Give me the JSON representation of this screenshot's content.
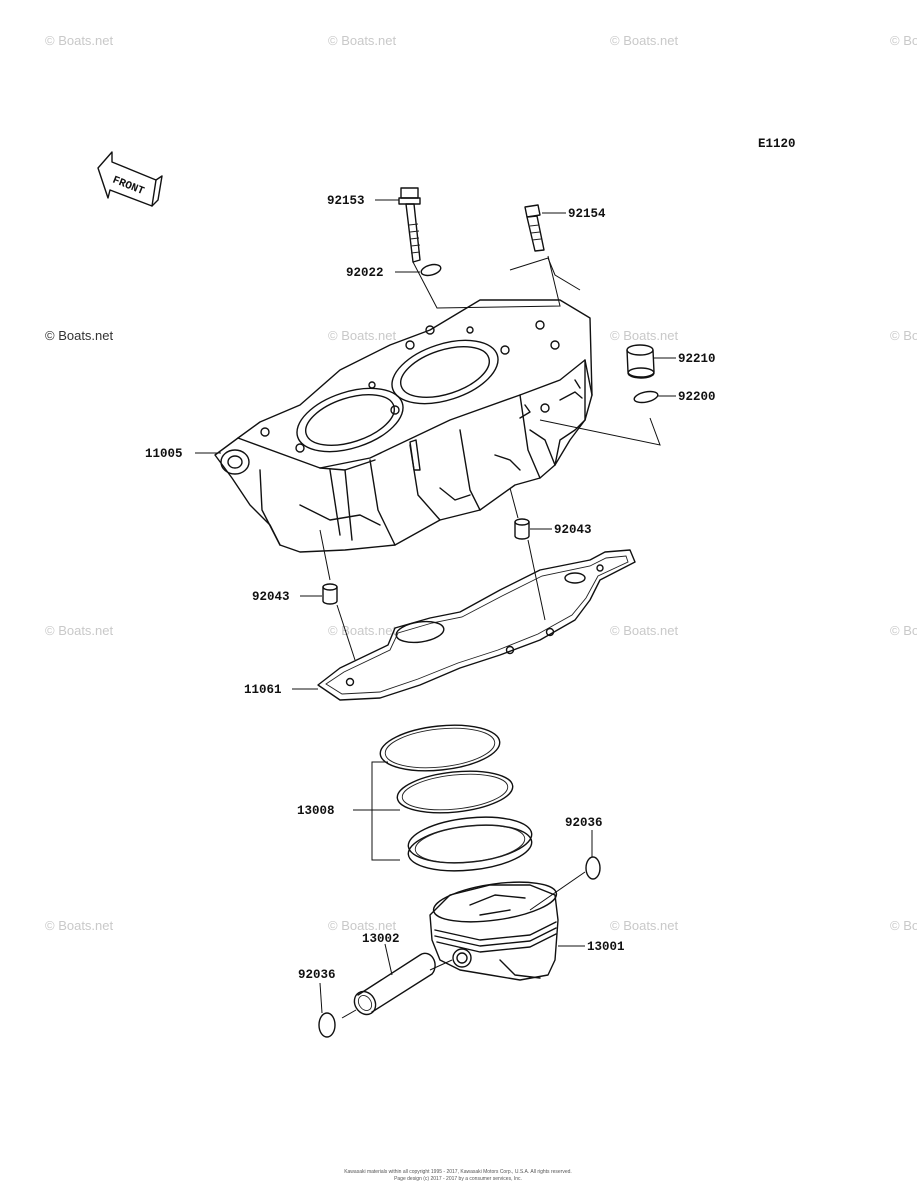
{
  "diagram_code": "E1120",
  "front_arrow_text": "FRONT",
  "watermark": "© Boats.net",
  "parts": {
    "p92153": "92153",
    "p92154": "92154",
    "p92022": "92022",
    "p92210": "92210",
    "p92200": "92200",
    "p11005": "11005",
    "p92043a": "92043",
    "p92043b": "92043",
    "p11061": "11061",
    "p13008": "13008",
    "p92036a": "92036",
    "p13002": "13002",
    "p13001": "13001",
    "p92036b": "92036"
  },
  "footer": {
    "line1": "Kawasaki materials within all copyright 1995 - 2017, Kawasaki Motors Corp., U.S.A. All rights reserved.",
    "line2": "Page design (c) 2017 - 2017 by a consumer services, Inc."
  }
}
